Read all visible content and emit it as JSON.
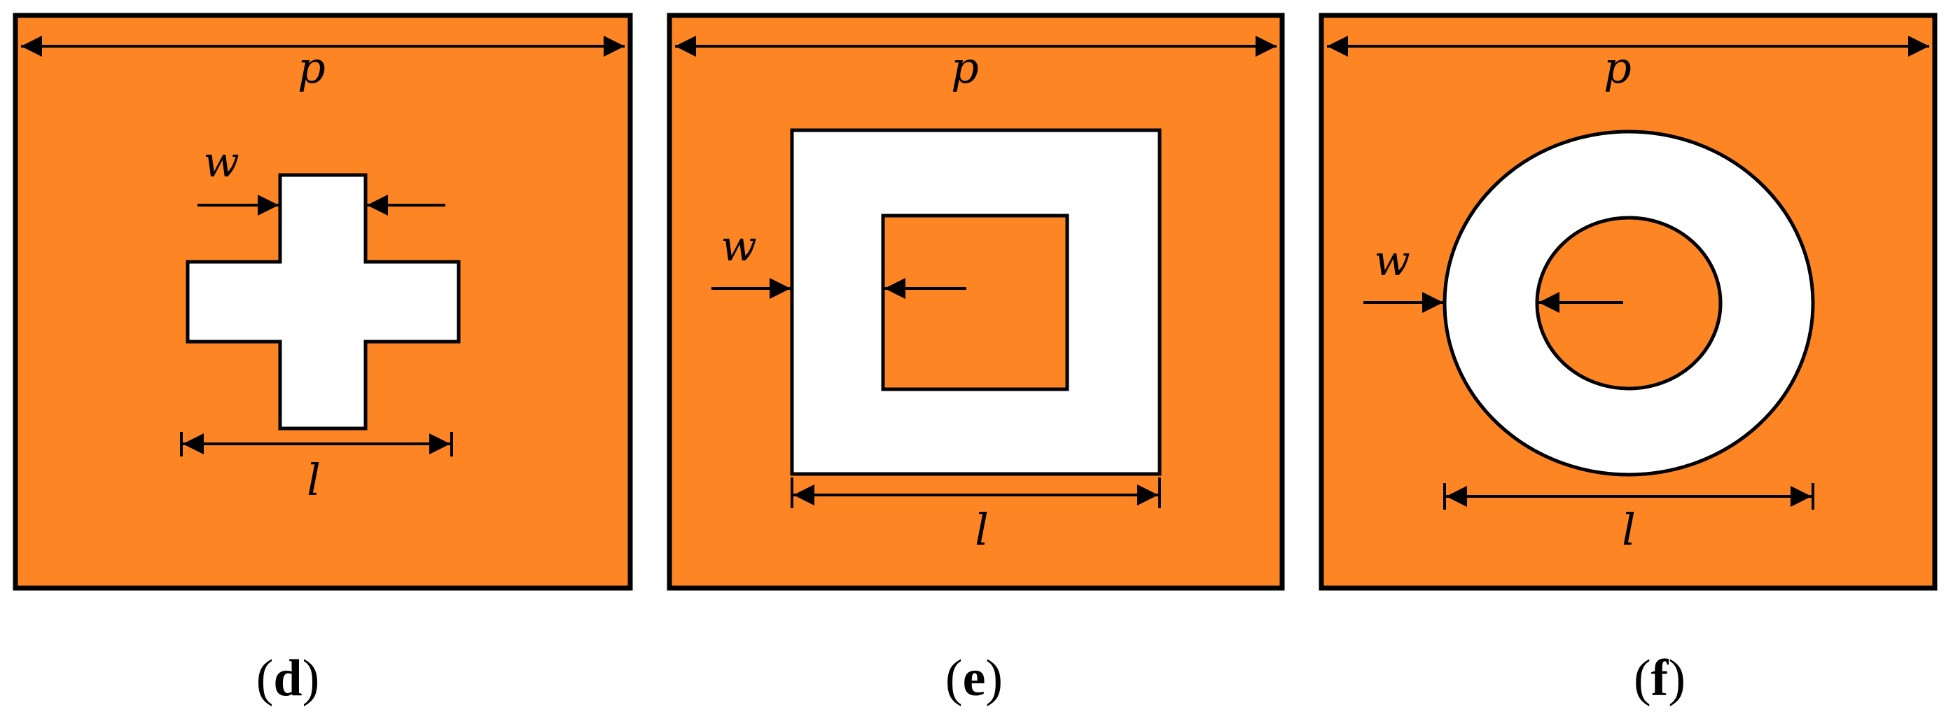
{
  "colors": {
    "fill": "#FD8524",
    "slot": "#FFFFFF",
    "stroke": "#000000"
  },
  "panels": [
    {
      "caption_letter": "d",
      "shape": "cross",
      "labels": {
        "period": "p",
        "width": "w",
        "length": "l"
      }
    },
    {
      "caption_letter": "e",
      "shape": "square-ring",
      "labels": {
        "period": "p",
        "width": "w",
        "length": "l"
      }
    },
    {
      "caption_letter": "f",
      "shape": "circular-ring",
      "labels": {
        "period": "p",
        "width": "w",
        "length": "l"
      }
    }
  ]
}
